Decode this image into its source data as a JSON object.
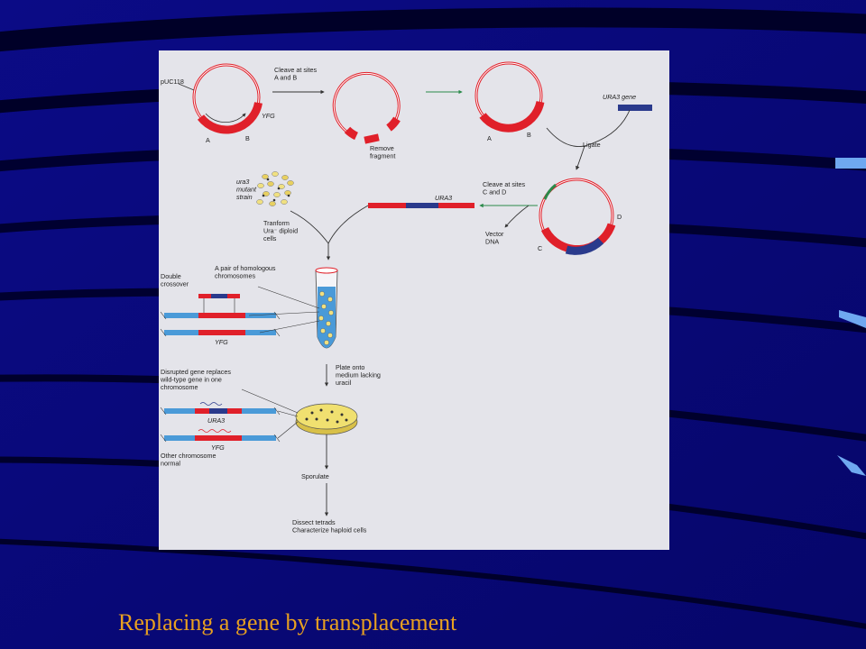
{
  "slide": {
    "caption": "Replacing a gene by transplacement",
    "colors": {
      "background": "#0a0a7a",
      "caption": "#e8a020",
      "panel": "#e4e4ea",
      "red": "#e0202a",
      "blue": "#2a3a8c",
      "chromosome": "#4a9ad8"
    }
  },
  "figure": {
    "labels": {
      "plasmid": "pUC118",
      "yfg_1": "YFG",
      "site_a_1": "A",
      "site_b_1": "B",
      "cleave_ab": [
        "Cleave at sites",
        "A and B"
      ],
      "remove_fragment": [
        "Remove",
        "fragment"
      ],
      "site_a_2": "A",
      "site_b_2": "B",
      "ura3_gene": "URA3 gene",
      "ligate": "Ligate",
      "mutant_strain": [
        "ura3",
        "mutant",
        "strain"
      ],
      "transform": [
        "Tranform",
        "Ura⁻ diploid",
        "cells"
      ],
      "ura3_fragment": "URA3",
      "cleave_cd": [
        "Cleave at sites",
        "C and D"
      ],
      "site_c": "C",
      "site_d": "D",
      "vector_dna": [
        "Vector",
        "DNA"
      ],
      "double_crossover": [
        "Double",
        "crossover"
      ],
      "homologous_pair": [
        "A pair of homologous",
        "chromosomes"
      ],
      "yfg_2": "YFG",
      "plate_onto": [
        "Plate onto",
        "medium lacking",
        "uracil"
      ],
      "disrupted_gene": [
        "Disrupted gene replaces",
        "wild-type gene in one",
        "chromosome"
      ],
      "ura3_chrom": "URA3",
      "yfg_3": "YFG",
      "other_chromosome": [
        "Other chromosome",
        "normal"
      ],
      "sporulate": "Sporulate",
      "dissect_tetrads": [
        "Dissect tetrads",
        "Characterize haploid cells"
      ]
    }
  }
}
